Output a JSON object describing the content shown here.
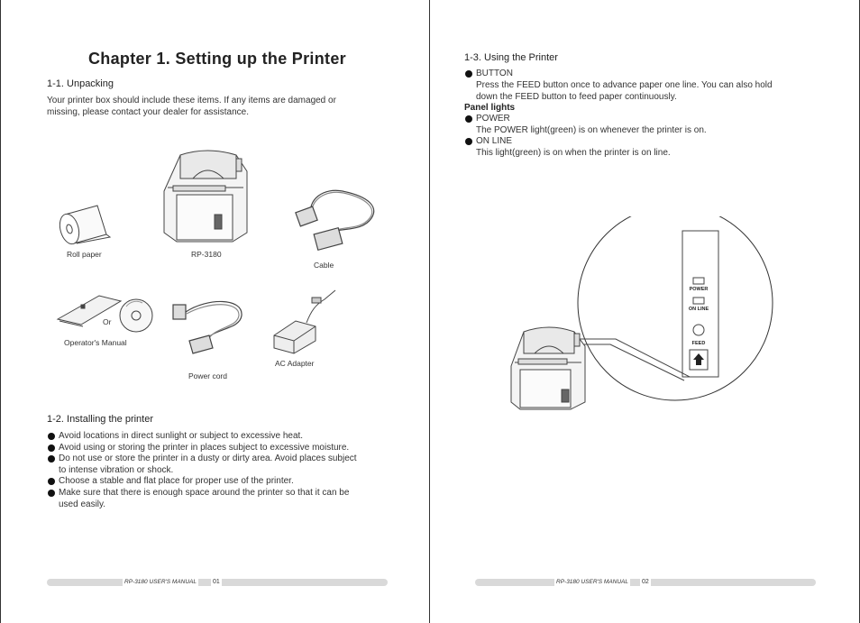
{
  "left_page": {
    "chapter_title": "Chapter 1. Setting up the Printer",
    "unpacking": {
      "heading": "1-1. Unpacking",
      "body_line1": "Your printer box should include these items. If any items are damaged or",
      "body_line2": "missing, please contact your dealer for assistance."
    },
    "items": {
      "roll_paper": "Roll paper",
      "printer": "RP-3180",
      "cable": "Cable",
      "or": "Or",
      "manual": "Operator's Manual",
      "power_cord": "Power cord",
      "ac_adapter": "AC Adapter"
    },
    "installing": {
      "heading": "1-2. Installing the printer",
      "b1": "Avoid locations in direct sunlight or subject to excessive heat.",
      "b2": "Avoid using or storing the printer in places subject to excessive moisture.",
      "b3a": "Do not use or store the printer in a dusty or dirty area. Avoid places subject",
      "b3b": "to intense vibration or shock.",
      "b4": "Choose a stable and flat place for proper use of the printer.",
      "b5a": "Make sure that there is enough space around the printer so that it can be",
      "b5b": "used easily."
    },
    "footer": {
      "title": "RP-3180  USER'S MANUAL",
      "page": "01"
    }
  },
  "right_page": {
    "using": {
      "heading": "1-3. Using the Printer",
      "button_label": "BUTTON",
      "button_line1": "Press the FEED button once to advance paper one line. You can also hold",
      "button_line2": "down the FEED button to feed paper continuously.",
      "panel_lights": "Panel lights",
      "power_label": "POWER",
      "power_text": "The POWER light(green) is on whenever the printer is on.",
      "online_label": "ON LINE",
      "online_text": "This light(green) is on when the printer is on line."
    },
    "panel": {
      "power": "POWER",
      "online": "ON LINE",
      "feed": "FEED"
    },
    "footer": {
      "title": "RP-3180  USER'S MANUAL",
      "page": "02"
    }
  }
}
